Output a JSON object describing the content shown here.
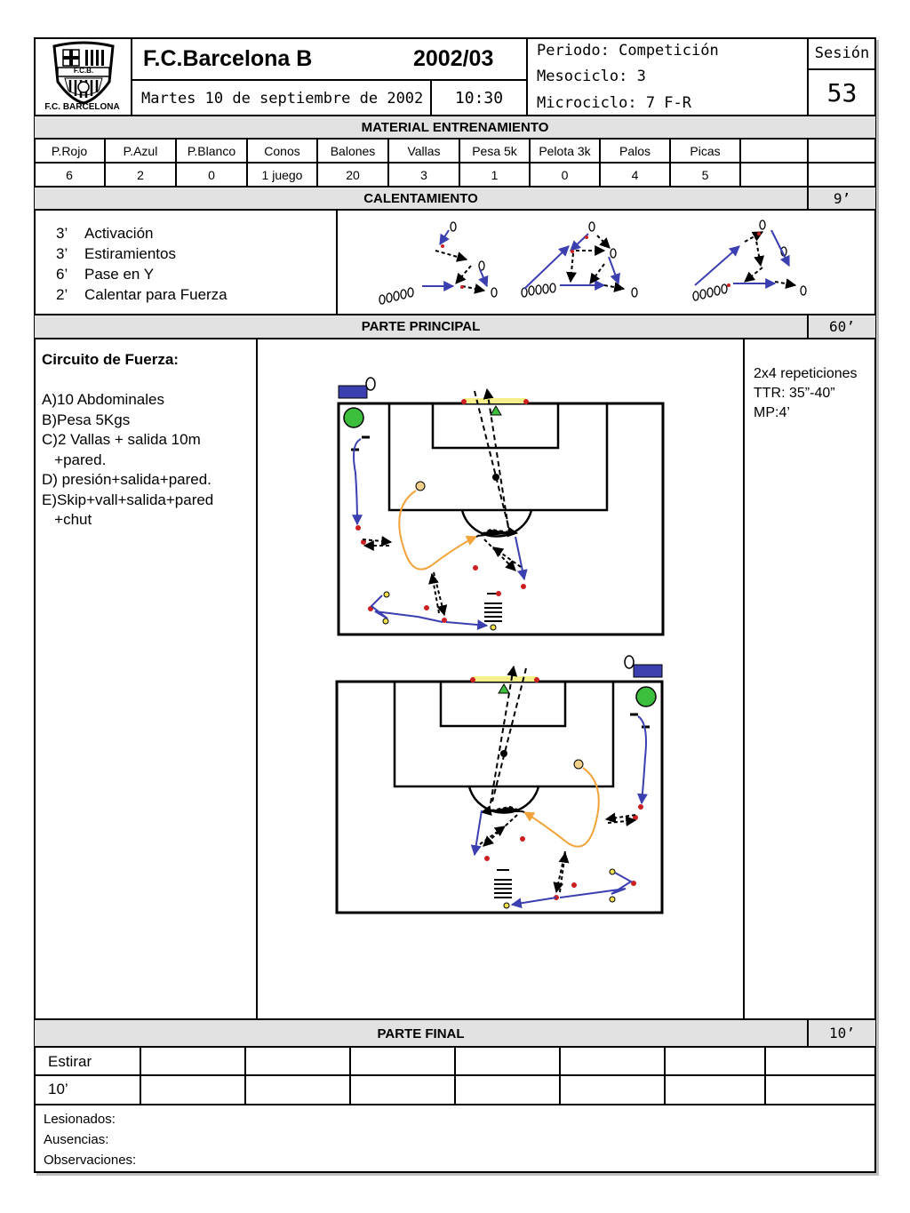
{
  "header": {
    "logo_text": "F.C.B.",
    "logo_caption": "F.C. BARCELONA",
    "club": "F.C.Barcelona B",
    "season": "2002/03",
    "date": "Martes 10 de septiembre de 2002",
    "time": "10:30",
    "periodo": "Periodo: Competición",
    "mesociclo": "Mesociclo: 3",
    "microciclo": "Microciclo: 7  F-R",
    "sesion_label": "Sesión",
    "sesion_number": "53"
  },
  "material": {
    "title": "MATERIAL ENTRENAMIENTO",
    "headers": [
      "P.Rojo",
      "P.Azul",
      "P.Blanco",
      "Conos",
      "Balones",
      "Vallas",
      "Pesa 5k",
      "Pelota 3k",
      "Palos",
      "Picas",
      "",
      ""
    ],
    "values": [
      "6",
      "2",
      "0",
      "1 juego",
      "20",
      "3",
      "1",
      "0",
      "4",
      "5",
      "",
      ""
    ]
  },
  "calentamiento": {
    "title": "CALENTAMIENTO",
    "duration": "9’",
    "items": [
      {
        "min": "3’",
        "label": "Activación"
      },
      {
        "min": "3’",
        "label": "Estiramientos"
      },
      {
        "min": "6’",
        "label": "Pase en Y"
      },
      {
        "min": "2’",
        "label": "Calentar para Fuerza"
      }
    ]
  },
  "principal": {
    "title": "PARTE  PRINCIPAL",
    "duration": "60’",
    "circuit_title": "Circuito de Fuerza:",
    "circuit_lines": [
      "A)10 Abdominales",
      "B)Pesa 5Kgs",
      "C)2 Vallas + salida 10m",
      "   +pared.",
      "D) presión+salida+pared.",
      "E)Skip+vall+salida+pared",
      "   +chut"
    ],
    "right_notes": [
      "2x4 repeticiones",
      "TTR: 35”-40”",
      "MP:4’"
    ]
  },
  "final": {
    "title": "PARTE FINAL",
    "duration": "10’",
    "row1_label": "Estirar",
    "row2_label": "10’"
  },
  "footer": {
    "lesionados": "Lesionados:",
    "ausencias": "Ausencias:",
    "observaciones": "Observaciones:"
  },
  "colors": {
    "player_blue": "#3b3fb0",
    "path_orange": "#f2a33a",
    "ball_red": "#cc1f1f",
    "ball_yellow": "#f2e14a",
    "marker_green": "#3cbf3c",
    "header_shade": "#e2e2e2"
  }
}
